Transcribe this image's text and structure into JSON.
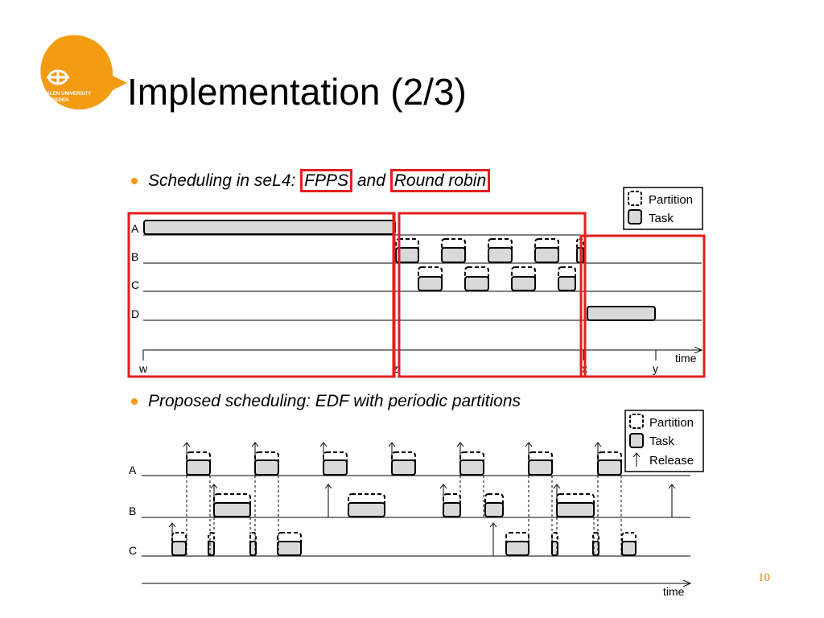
{
  "logo": {
    "org_line1": "MÄLARDALEN UNIVERSITY",
    "org_line2": "SWEDEN",
    "color": "#f39c12"
  },
  "title": "Implementation (2/3)",
  "bullets": [
    {
      "prefix": "Scheduling in seL4: ",
      "boxed_1": "FPPS",
      "middle": " and ",
      "boxed_2": "Round robin"
    },
    {
      "text": "Proposed scheduling: EDF with periodic partitions"
    }
  ],
  "diagram_1": {
    "rows": [
      "A",
      "B",
      "C",
      "D"
    ],
    "axis_label": "time",
    "tick_labels": [
      "w",
      "z",
      "x",
      "y"
    ],
    "legend": {
      "partition": "Partition",
      "task": "Task"
    }
  },
  "diagram_2": {
    "rows": [
      "A",
      "B",
      "C"
    ],
    "axis_label": "time",
    "legend": {
      "partition": "Partition",
      "task": "Task",
      "release": "Release"
    }
  },
  "colors": {
    "highlight": "#e01f1f",
    "task_fill": "#d9d9d9",
    "accent": "#f39c12",
    "page_number": "#d38412"
  },
  "page_number": "10"
}
